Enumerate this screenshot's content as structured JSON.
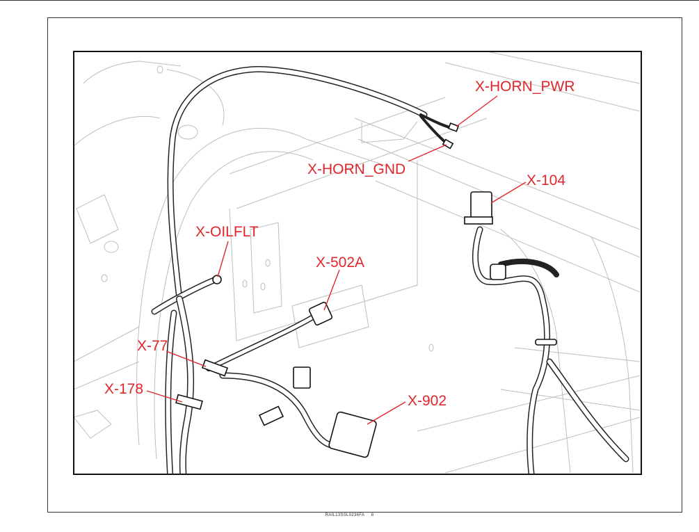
{
  "figure": {
    "callouts": {
      "horn_pwr": "X-HORN_PWR",
      "horn_gnd": "X-HORN_GND",
      "c104": "X-104",
      "oilflt": "X-OILFLT",
      "c502a": "X-502A",
      "c77": "X-77",
      "c178": "X-178",
      "c902": "X-902"
    },
    "callout_color": "#e0262c"
  },
  "footer": {
    "code": "RAIL13SSL0236FA",
    "page": "8"
  }
}
